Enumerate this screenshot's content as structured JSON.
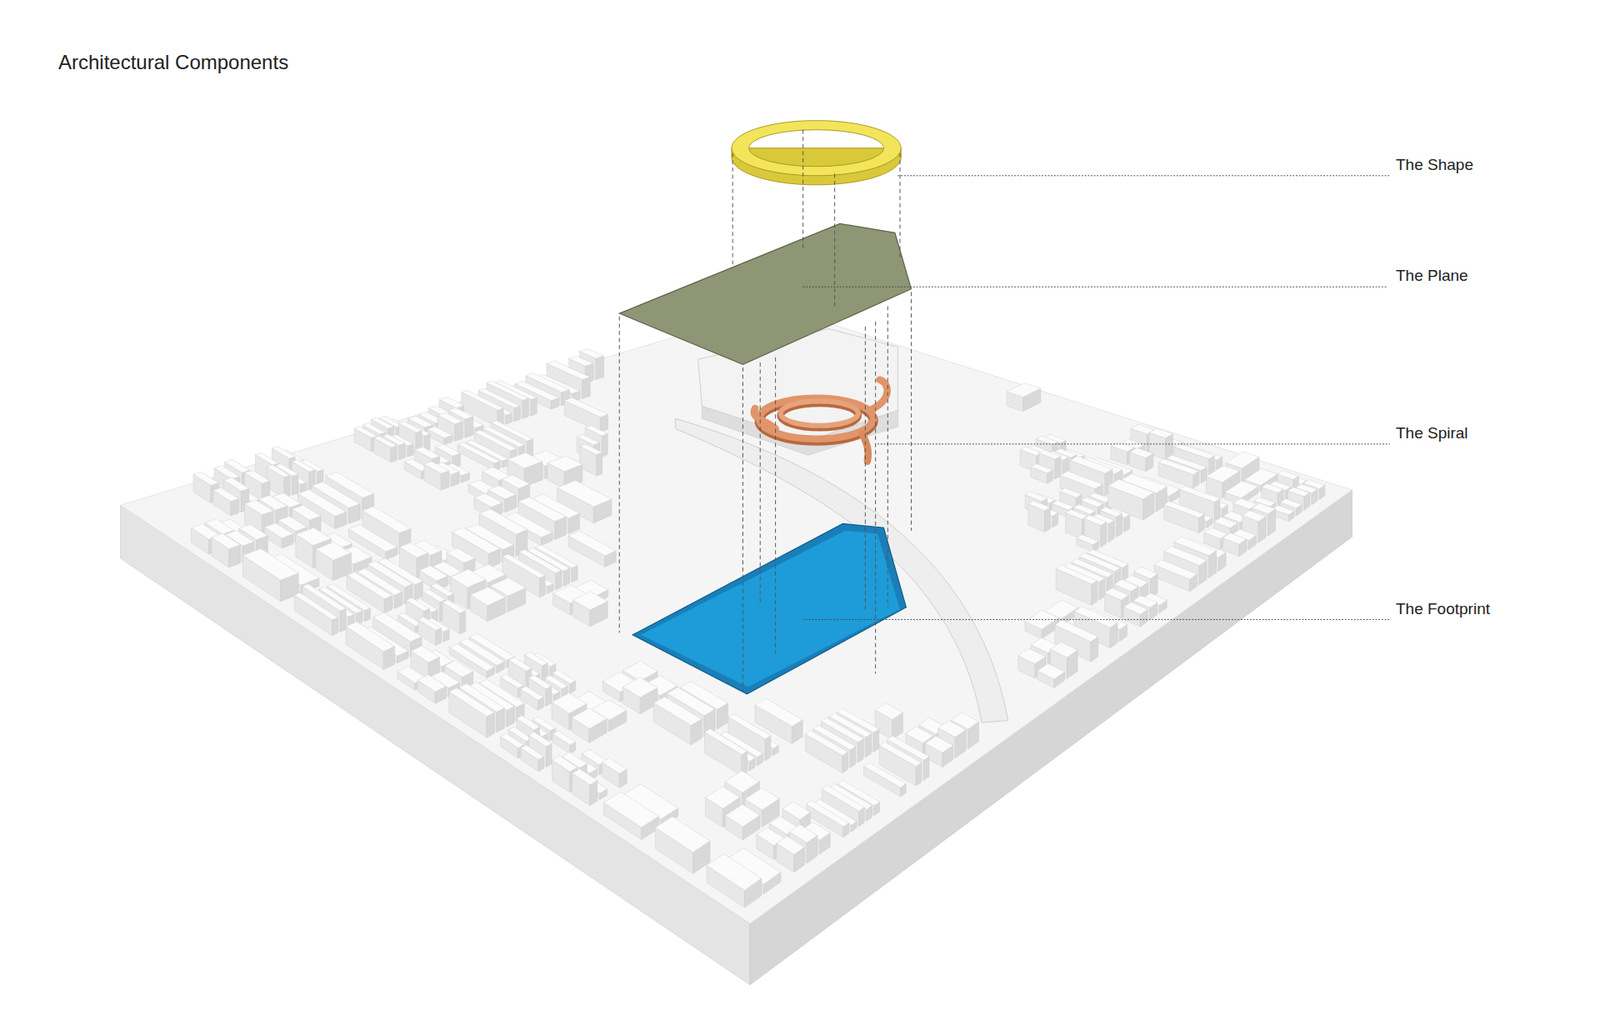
{
  "diagram": {
    "title": "Architectural Components",
    "labels": [
      "The Shape",
      "The Plane",
      "The Spiral",
      "The Footprint"
    ]
  }
}
